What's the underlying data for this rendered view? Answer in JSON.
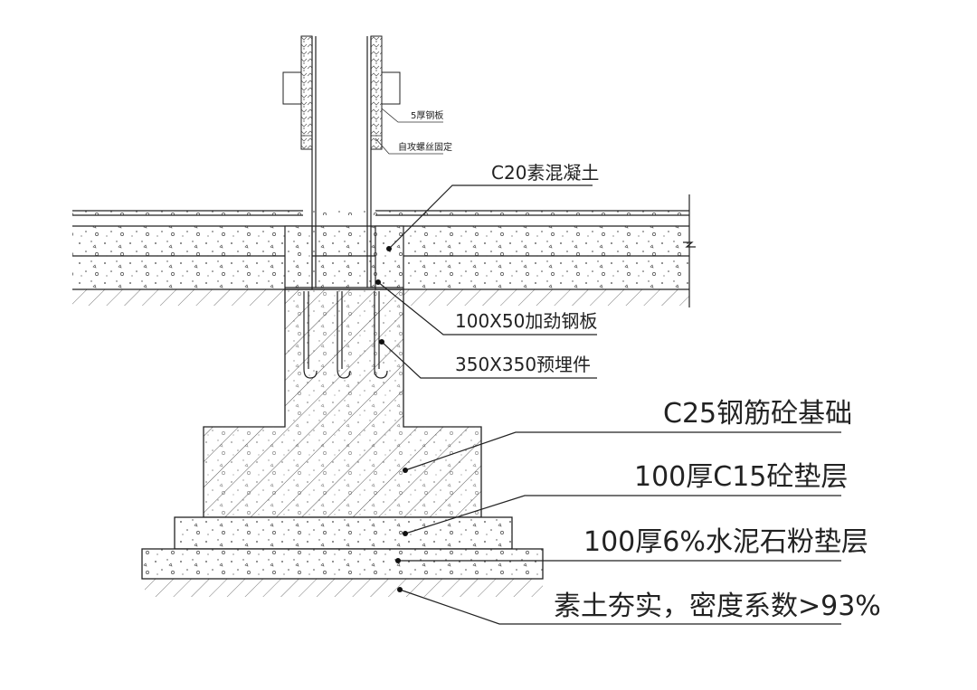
{
  "labels": {
    "steel_plate_5": "5厚钢板",
    "self_tapping_screw": "自攻螺丝固定",
    "c20_concrete": "C20素混凝土",
    "stiffener_plate": "100X50加劲钢板",
    "embedded_part": "350X350预埋件",
    "c25_foundation": "C25钢筋砼基础",
    "c15_cushion": "100厚C15砼垫层",
    "cement_stone_cushion": "100厚6%水泥石粉垫层",
    "compacted_soil": "素土夯实，密度系数>93%"
  },
  "colors": {
    "line": "#222222",
    "background": "#ffffff"
  }
}
